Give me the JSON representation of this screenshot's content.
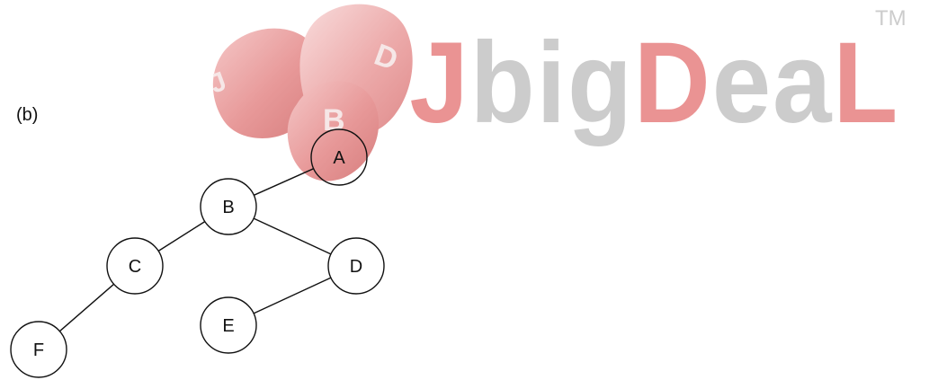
{
  "watermark": {
    "logo_text": "JbigDeaL",
    "trademark": "TM",
    "dice_letters": [
      "J",
      "D",
      "B"
    ],
    "colors": {
      "red": "#e36a6a",
      "gray": "#b9b9b9",
      "dice": "#d14b4b"
    }
  },
  "figure": {
    "label": "(b)"
  },
  "tree": {
    "nodes": [
      {
        "id": "A",
        "label": "A"
      },
      {
        "id": "B",
        "label": "B"
      },
      {
        "id": "C",
        "label": "C"
      },
      {
        "id": "D",
        "label": "D"
      },
      {
        "id": "E",
        "label": "E"
      },
      {
        "id": "F",
        "label": "F"
      }
    ],
    "edges": [
      {
        "from": "A",
        "to": "B"
      },
      {
        "from": "B",
        "to": "C"
      },
      {
        "from": "B",
        "to": "D"
      },
      {
        "from": "C",
        "to": "F"
      },
      {
        "from": "D",
        "to": "E"
      }
    ]
  }
}
